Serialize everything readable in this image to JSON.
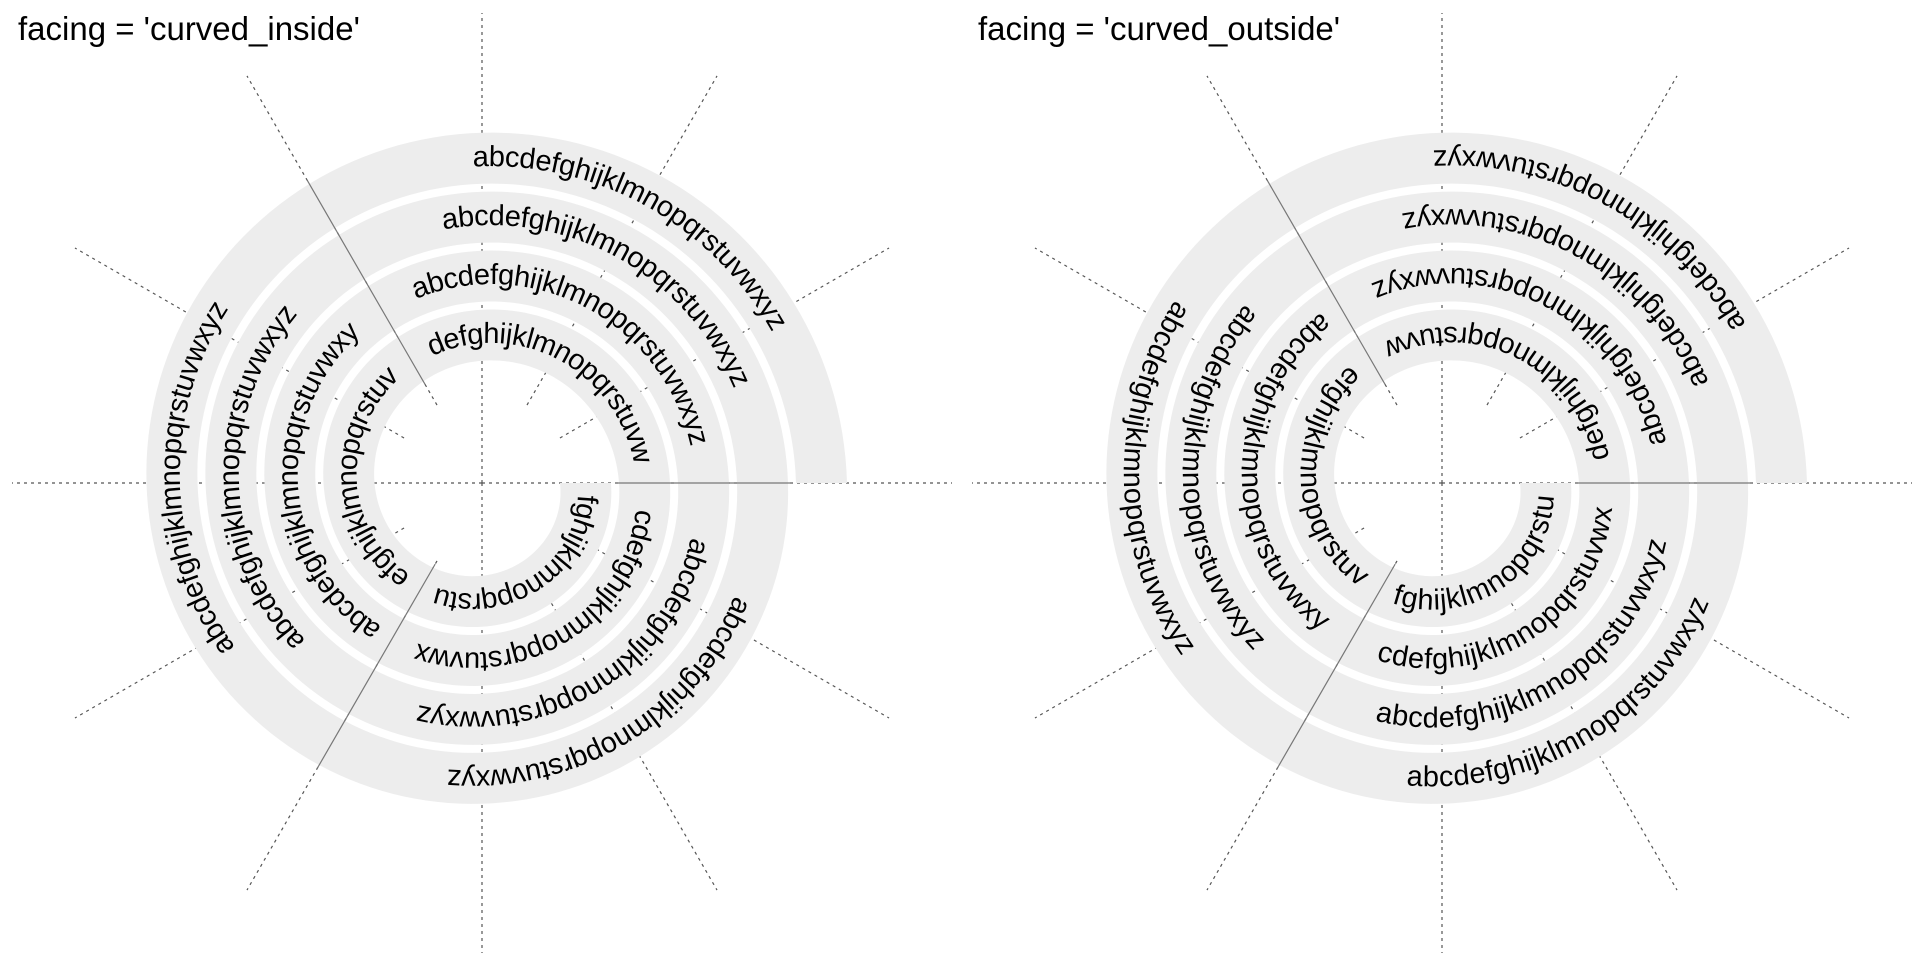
{
  "panels": [
    {
      "title": "facing = 'curved_inside'",
      "facing": "curved_inside",
      "labels": [
        "abcdefghijklmnopqrstuvwxyz",
        "abcdefghijklmnopqrstuvwxyz",
        "abcdefghijklmnopqrstuvwxyz",
        "abcdefghijklmnopqrstuvwxyz",
        "abcdefghijklmnopqrstuvwxyz",
        "abcdefghijklmnopqrstuvwxyz",
        "abcdefghijklmnopqrstuvwxyz",
        "abcdefghijklmnopqrstuvwxyz",
        "abcdefghijklmnopqrstuvwxyz",
        "abcdefghijklmnopqrstuvwxyz",
        "abcdefghijklmnopqrstuvwxyz",
        "abcdefghijklmnopqrstuvwxyz"
      ]
    },
    {
      "title": "facing = 'curved_outside'",
      "facing": "curved_outside",
      "labels": [
        "abcdefghijklmnopqrstuvwxyz",
        "abcdefghijklmnopqrstuvwxyz",
        "abcdefghijklmnopqrstuvwxyz",
        "abcdefghijklmnopqrstuvwxyz",
        "abcdefghijklmnopqrstuvwxyz",
        "abcdefghijklmnopqrstuvwxyz",
        "abcdefghijklmnopqrstuvwxyz",
        "abcdefghijklmnopqrstuvwxyz",
        "abcdefghijklmnopqrstuvwxyz",
        "abcdefghijklmnopqrstuvwxyz",
        "abcdefghijklmnopqrstuvwxyz",
        "abcdefghijklmnopqrstuvwxyz"
      ]
    }
  ],
  "colors": {
    "track": "#ededed",
    "guide": "#555555",
    "background": "#ffffff"
  }
}
